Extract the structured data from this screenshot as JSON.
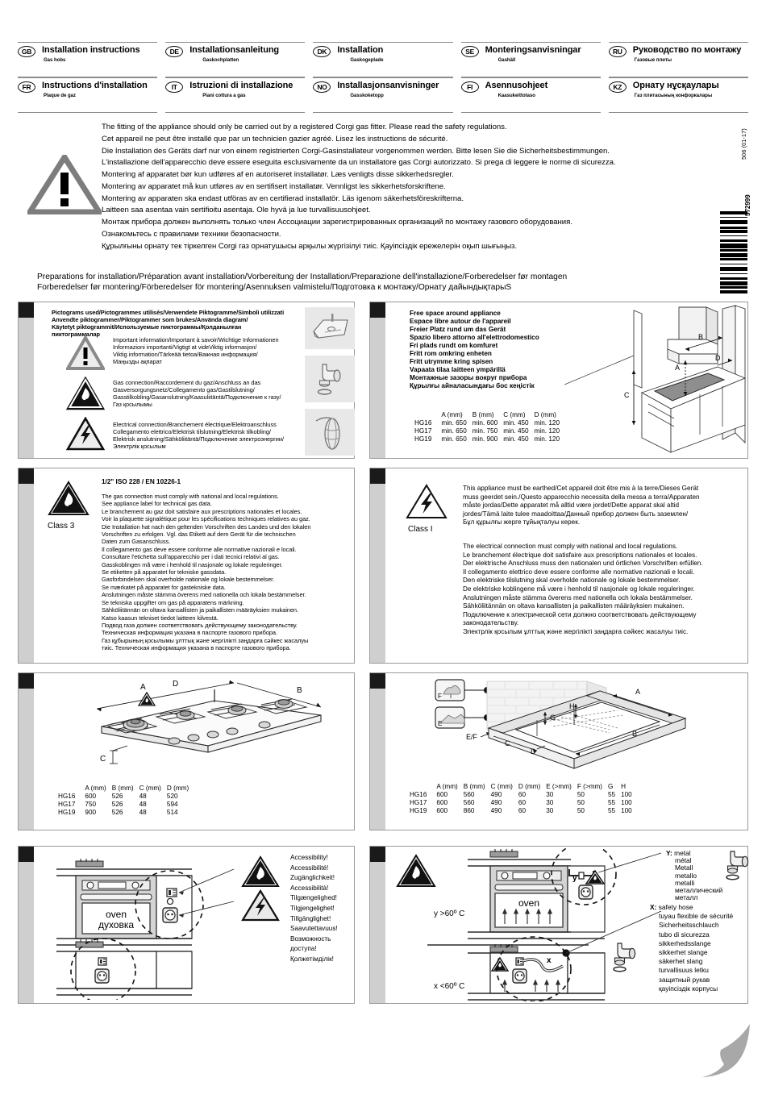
{
  "header": {
    "languages": [
      {
        "code": "GB",
        "title": "Installation instructions",
        "sub": "Gas hobs"
      },
      {
        "code": "DE",
        "title": "Installationsanleitung",
        "sub": "Gaskochplatten"
      },
      {
        "code": "DK",
        "title": "Installation",
        "sub": "Gaskogeplade"
      },
      {
        "code": "SE",
        "title": "Monteringsanvisningar",
        "sub": "Gashäll"
      },
      {
        "code": "RU",
        "title": "Руководство по монтажу",
        "sub": "Газовые плиты"
      },
      {
        "code": "FR",
        "title": "Instructions d'installation",
        "sub": "Plaque de gaz"
      },
      {
        "code": "IT",
        "title": "Istruzioni di installazione",
        "sub": "Piani cottura a gas"
      },
      {
        "code": "NO",
        "title": "Installasjonsanvisninger",
        "sub": "Gasskoketopp"
      },
      {
        "code": "FI",
        "title": "Asennusohjeet",
        "sub": "Kaasukeittotaso"
      },
      {
        "code": "KZ",
        "title": "Орнату нұсқаулары",
        "sub": "Газ плитасының конфоркалары"
      }
    ]
  },
  "warning": {
    "lines": [
      "The fitting of the appliance should only be carried out by a registered Corgi gas fitter. Please read the safety regulations.",
      "Cet appareil ne peut être installé que par un technicien gazier agréé. Lisez les instructions de sécurité.",
      "Die Installation des Geräts darf nur von einem registrierten Corgi-Gasinstallateur vorgenommen werden. Bitte lesen Sie die Sicherheitsbestimmungen.",
      "L'installazione dell'apparecchio deve essere eseguita esclusivamente da un installatore gas Corgi autorizzato. Si prega di leggere le norme di sicurezza.",
      "Montering af apparatet bør kun udføres af en autoriseret installatør. Læs venligts disse sikkerhedsregler.",
      "Montering av apparatet må kun utføres av en sertifisert installatør. Vennligst les sikkerhetsforskriftene.",
      "Montering av apparaten ska endast utföras av en certifierad installatör. Läs igenom säkerhetsföreskrifterna.",
      "Laitteen saa asentaa vain sertifioitu asentaja. Ole hyvä ja lue turvallisuusohjeet.",
      "Монтаж прибора должен выполнять только член Ассоциации зарегистрированных организаций по монтажу газового оборудования.",
      "Ознакомьтесь с правилами техники безопасности.",
      "Құрылғыны орнату тек тіркелген Corgi газ орнатушысы арқылы жүргізілуі тиіс. Қауіпсіздік ережелерін оқып шығыңыз."
    ]
  },
  "barcode": {
    "number": "572999",
    "doc_code": "506 (01-17)"
  },
  "section_title": {
    "line1": "Preparations for installation/Préparation avant installation/Vorbereitung der Installation/Preparazione dell'installazione/Forberedelser før montagen",
    "line2": "Forberedelser før montering/Förberedelser för montering/Asennuksen valmistelu/Подготовка к монтажу/Орнату дайындықтарыS"
  },
  "panel_pictograms": {
    "heading": [
      "Pictograms used/Pictogrammes utilisés/Verwendete Piktogramme/Simboli utilizzati",
      "Anvendte piktogrammer/Piktogrammer som brukes/Använda diagram/",
      "Käytetyt piktogrammit/Используемые пиктограммы/Қолданылған пиктограммалар"
    ],
    "rows": [
      {
        "icon": "warning-triangle",
        "lines": [
          "Important information/Important à savoir/Wichtige Informationen",
          "Informazioni importanti/Vigtigt at videViktig informasjon/",
          "Viktig information/Tärkeää tietoa/Важная информация/",
          "Маңызды ақпарат"
        ]
      },
      {
        "icon": "flame-triangle",
        "lines": [
          "Gas connection/Raccordement du gaz/Anschluss an das",
          "Gasversorgungsnetz/Collegamento gas/Gastilslutning/",
          "Gasstilkobling/Gasanslutning/Kaasuliitäntä/Подключение к газу/",
          "Газ қосылымы"
        ]
      },
      {
        "icon": "bolt-triangle",
        "lines": [
          "Electrical connection/Branchement électrique/Elektroanschluss",
          "Collegamento elettrico/Elektrisk tilslutning/Elektrisk tilkobling/",
          "Elektrisk anslutning/Sähköliitäntä/Подключение электроэнергии/",
          "Электрлік қосылым"
        ]
      }
    ],
    "thumbs": [
      "hob-bracket-thumb",
      "gas-elbow-thumb",
      "power-cable-thumb"
    ]
  },
  "panel_freespace": {
    "lines": [
      "Free space around appliance",
      "Espace libre autour de l'appareil",
      "Freier Platz rund um das Gerät",
      "Spazio libero attorno all'elettrodomestico",
      "Fri plads rundt om komfuret",
      "Fritt rom omkring enheten",
      "Fritt utrymme kring spisen",
      "Vapaata tilaa laitteen ympärillä",
      "Монтажные зазоры вокруг прибора",
      "Құрылғы айналасындағы бос кеңістік"
    ],
    "diagram_labels": [
      "A",
      "B",
      "C",
      "D"
    ],
    "table": {
      "headers": [
        "",
        "A (mm)",
        "B (mm)",
        "C (mm)",
        "D (mm)"
      ],
      "rows": [
        [
          "HG16",
          "min. 650",
          "min. 600",
          "min. 450",
          "min. 120"
        ],
        [
          "HG17",
          "min. 650",
          "min. 750",
          "min. 450",
          "min. 120"
        ],
        [
          "HG19",
          "min. 650",
          "min. 900",
          "min. 450",
          "min. 120"
        ]
      ]
    }
  },
  "panel_gas": {
    "class_label": "Class 3",
    "standard": "1/2\" ISO 228 / EN 10226-1",
    "lines": [
      "The gas connection must comply with national and local regulations.",
      "See appliance label for technical gas data.",
      "Le branchement au gaz doit satisfaire aux prescriptions nationales et locales.",
      "Voir la plaquette signalétique pour les spécifications techniques relatives au gaz.",
      "Die Installation hat nach den geltenden Vorschriften des Landes und den lokalen",
      "Vorschriften zu erfolgen. Vgl. das Etikett auf dem Gerät für die technischen",
      "Daten zum Gasanschluss.",
      "Il collegamento gas deve essere conforme alle normative nazionali e locali.",
      "Consultare l'etichetta sull'apparecchio per i dati tecnici relativi al gas.",
      "Gasskoblingen må være i henhold til nasjonale og lokale reguleringer.",
      "Se etiketten på apparatet for tekniske gassdata.",
      "Gasforbindelsen skal overholde nationale og lokale bestemmelser.",
      "Se mærkatet på apparatet for gastekniske data.",
      "Anslutningen måste stämma överens med nationella och lokala bestämmelser.",
      "Se tekniska uppgifter om gas på apparatens märkning.",
      "Sähköliitännän on oltava kansallisten ja paikallisten määräyksien mukainen.",
      "Katso kaasun tekniset tiedot laitteen kilvestä.",
      "Подвод газа должен соответствовать действующему законодательству.",
      "Техническая информация указана в паспорте газового прибора.",
      "Газ құбырының қосылымы ұлттық және жергілікті заңдарға сәйкес жасалуы",
      "тиіс. Техническая информация указана в паспорте газового прибора."
    ]
  },
  "panel_electrical": {
    "class_label": "Class I",
    "block1": [
      "This appliance must be earthed/Cet appareil doit être mis à la terre/Dieses Gerät",
      "muss geerdet sein./Questo apparecchio necessita della messa a terra/Apparaten",
      "måste jordas/Dette apparatet må alltid være jordet/Dette apparat skal altid",
      "jordes/Tämä laite tulee maadoittaa/Данный прибор должен быть заземлен/",
      "Бұл құрылғы жерге тұйықталуы керек."
    ],
    "block2": [
      "The electrical connection must comply with national and local regulations.",
      "Le branchement électrique doit satisfaire aux prescriptions nationales et locales.",
      "Der elektrische Anschluss muss den nationalen und örtlichen Vorschriften erfüllen.",
      "Il collegamento elettrico deve essere conforme alle normative nazionali e locali.",
      "Den elektriske tilslutning skal overholde nationale og lokale bestemmelser.",
      "De elektriske koblingene må være i henhold til nasjonale og lokale reguleringer.",
      "Anslutningen måste stämma överens med nationella och lokala bestämmelser.",
      "Sähköliitännän on oltava kansallisten ja paikallisten määräyksien mukainen.",
      "Подключение к электрической сети должно соответствовать действующему",
      "законодательству.",
      "Электрлік қосылым ұлттық және жергілікті заңдарға сәйкес жасалуы тиіс."
    ]
  },
  "panel_hob": {
    "diagram_labels": [
      "A",
      "B",
      "C",
      "D"
    ],
    "table": {
      "headers": [
        "",
        "A (mm)",
        "B (mm)",
        "C (mm)",
        "D (mm)"
      ],
      "rows": [
        [
          "HG16",
          "600",
          "526",
          "48",
          "520"
        ],
        [
          "HG17",
          "750",
          "526",
          "48",
          "594"
        ],
        [
          "HG19",
          "900",
          "526",
          "48",
          "514"
        ]
      ]
    }
  },
  "panel_cutout": {
    "diagram_labels": [
      "A",
      "B",
      "C",
      "D",
      "E",
      "F",
      "G",
      "H",
      "E/F"
    ],
    "table": {
      "headers": [
        "",
        "A (mm)",
        "B (mm)",
        "C (mm)",
        "D (mm)",
        "E (>mm)",
        "F (>mm)",
        "G",
        "H"
      ],
      "rows": [
        [
          "HG16",
          "600",
          "560",
          "490",
          "60",
          "30",
          "50",
          "55",
          "100"
        ],
        [
          "HG17",
          "600",
          "560",
          "490",
          "60",
          "30",
          "50",
          "55",
          "100"
        ],
        [
          "HG19",
          "600",
          "860",
          "490",
          "60",
          "30",
          "50",
          "55",
          "100"
        ]
      ]
    }
  },
  "panel_accessibility": {
    "oven_label_en": "oven",
    "oven_label_ru": "духовка",
    "lines": [
      "Accessibility!",
      "Accessibilité!",
      "Zugänglichkeit!",
      "Accessibilità!",
      "Tilgængelighed!",
      "Tilgjengelighet!",
      "Tillgänglighet!",
      "Saavutettavuus!",
      "Возможность доступа!",
      "Қолжетімділік!"
    ]
  },
  "panel_hose": {
    "oven_label": "oven",
    "temp_hot": "y >60º C",
    "temp_cold": "x <60º C",
    "marker_y": "y",
    "marker_x": "x",
    "y_title": "Y:",
    "y_lines": [
      "metal",
      "métal",
      "Metall",
      "metallo",
      "metalli",
      "металлический",
      "металл"
    ],
    "x_title": "X:",
    "x_lines": [
      "safety hose",
      "tuyau flexible de sécurité",
      "Sicherheitsschlauch",
      "tubo di sicurezza",
      "sikkerhedsslange",
      "sikkerhet slange",
      "säkerhet slang",
      "turvallisuus letku",
      "защитный рукав",
      "қауіпсіздік корпусы"
    ]
  },
  "colors": {
    "panel_border": "#9a9a9a",
    "spine": "#cfcfcf",
    "spine_marker": "#1a1a1a",
    "thumb_bg": "#e8e8e8",
    "swoosh": "#a8a8a8",
    "warn_tri": "#7d7d7d"
  }
}
